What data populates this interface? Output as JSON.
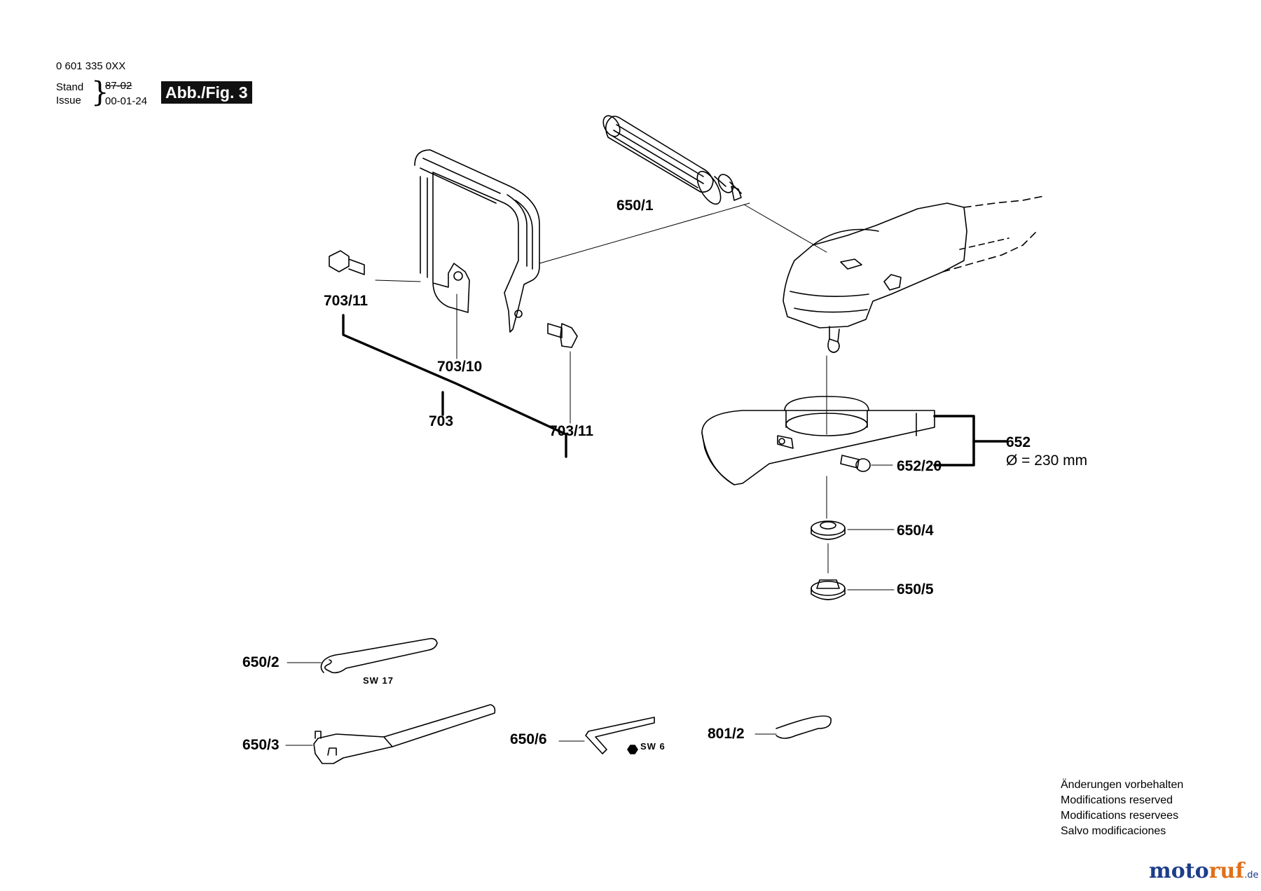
{
  "header": {
    "part_number": "0 601 335 0XX",
    "stand_label": "Stand",
    "issue_label": "Issue",
    "stand_date_struck": "87-02",
    "issue_date": "00-01-24",
    "figure_label": "Abb./Fig. 3"
  },
  "callouts": {
    "c650_1": "650/1",
    "c703_11_a": "703/11",
    "c703_10": "703/10",
    "c703": "703",
    "c703_11_b": "703/11",
    "c652": "652",
    "c652_20": "652/20",
    "c650_4": "650/4",
    "c650_5": "650/5",
    "c650_2": "650/2",
    "c650_3": "650/3",
    "c650_6": "650/6",
    "c801_2": "801/2"
  },
  "notes": {
    "diameter": "Ø = 230 mm",
    "sw17": "SW 17",
    "sw6": "SW 6"
  },
  "disclaimer": [
    "Änderungen vorbehalten",
    "Modifications reserved",
    "Modifications reservees",
    "Salvo modificaciones"
  ],
  "logo": {
    "text_a": "moto",
    "text_b": "ruf",
    "tld": ".de"
  }
}
